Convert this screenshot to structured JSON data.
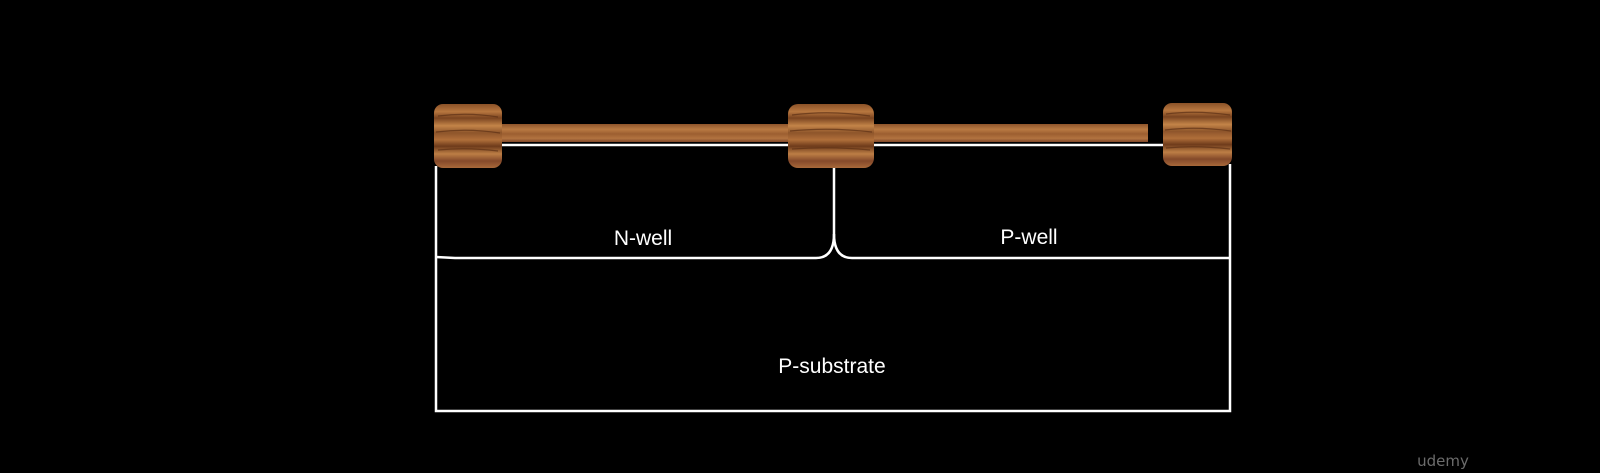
{
  "diagram": {
    "labels": {
      "n_well": "N-well",
      "p_well": "P-well",
      "p_substrate": "P-substrate"
    },
    "watermark": "udemy",
    "colors": {
      "background": "#000000",
      "outline": "#ffffff",
      "wood_base": "#9a5f31",
      "wood_dark": "#6b3a1a",
      "wood_light": "#c98b52",
      "watermark": "#6c6c6c"
    }
  }
}
